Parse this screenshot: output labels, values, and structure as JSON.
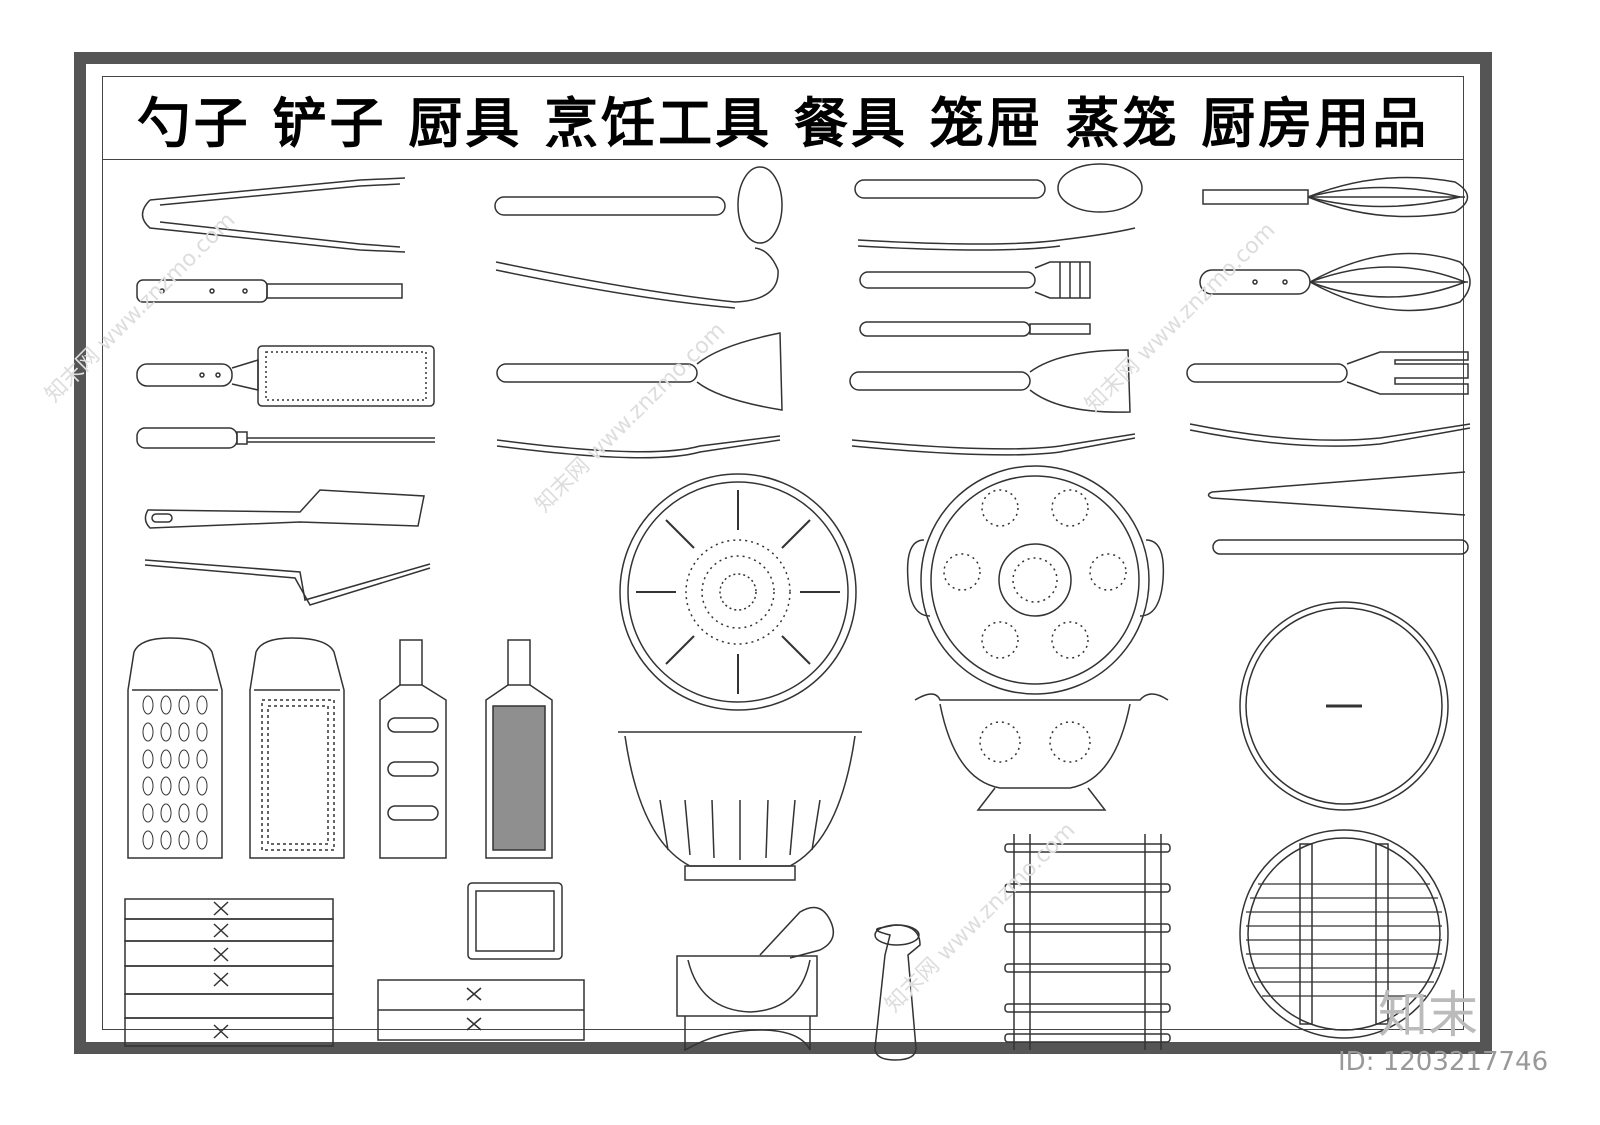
{
  "title": "勺子  铲子  厨具  烹饪工具  餐具  笼屉  蒸笼  厨房用品",
  "brand": "知末",
  "id_label": "ID: 1203217746",
  "watermark": "知末网 www.znzmo.com",
  "colors": {
    "frame": "#555555",
    "line": "#333333",
    "background": "#ffffff"
  }
}
